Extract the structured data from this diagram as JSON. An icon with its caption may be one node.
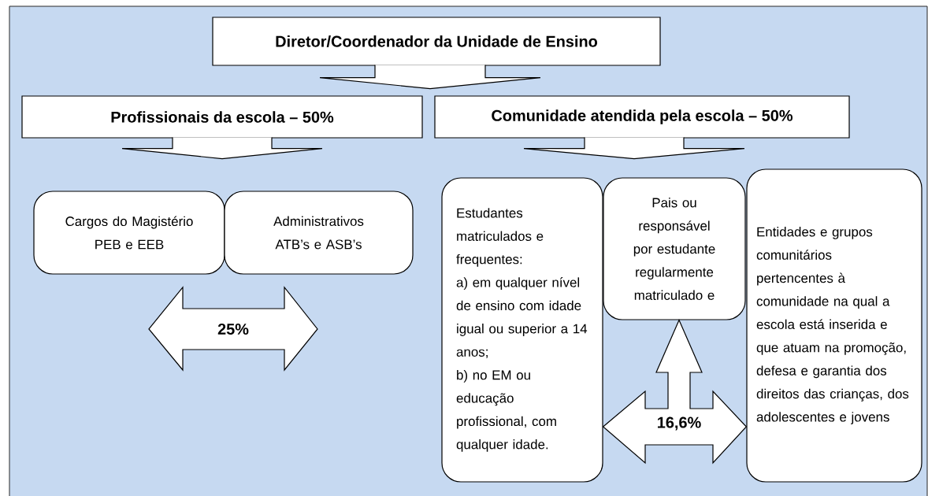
{
  "diagram": {
    "nodes": [
      {
        "text": [
          "Diretor/Coordenador da Unidade de Ensino"
        ]
      },
      {
        "text": [
          "Profissionais da escola – 50%"
        ]
      },
      {
        "text": [
          "Comunidade atendida pela escola – 50%"
        ]
      },
      {
        "text": [
          "Cargos do Magistério PEB e EEB"
        ]
      },
      {
        "text": [
          "Administrativos ATB’s e ASB’s"
        ]
      },
      {
        "text": [
          "Estudantes matriculados e frequentes:",
          "a) em qualquer nível de ensino com idade igual ou superior a 14 anos;",
          "b) no EM ou educação profissional, com qualquer idade."
        ]
      },
      {
        "text": [
          "Pais ou responsável por estudante regularmente matriculado e"
        ]
      },
      {
        "text": [
          "Entidades e grupos comunitários pertencentes à comunidade na qual a escola está inserida e que atuam na promoção, defesa e garantia dos direitos das crianças, dos adolescentes e jovens"
        ]
      },
      {
        "text": [
          "25%"
        ]
      }
    ],
    "edges": [
      {
        "from": 5,
        "to": 7,
        "arrow": "both",
        "label": "16,6%"
      },
      {
        "from": 5,
        "to": 6,
        "arrow": "both"
      }
    ]
  }
}
